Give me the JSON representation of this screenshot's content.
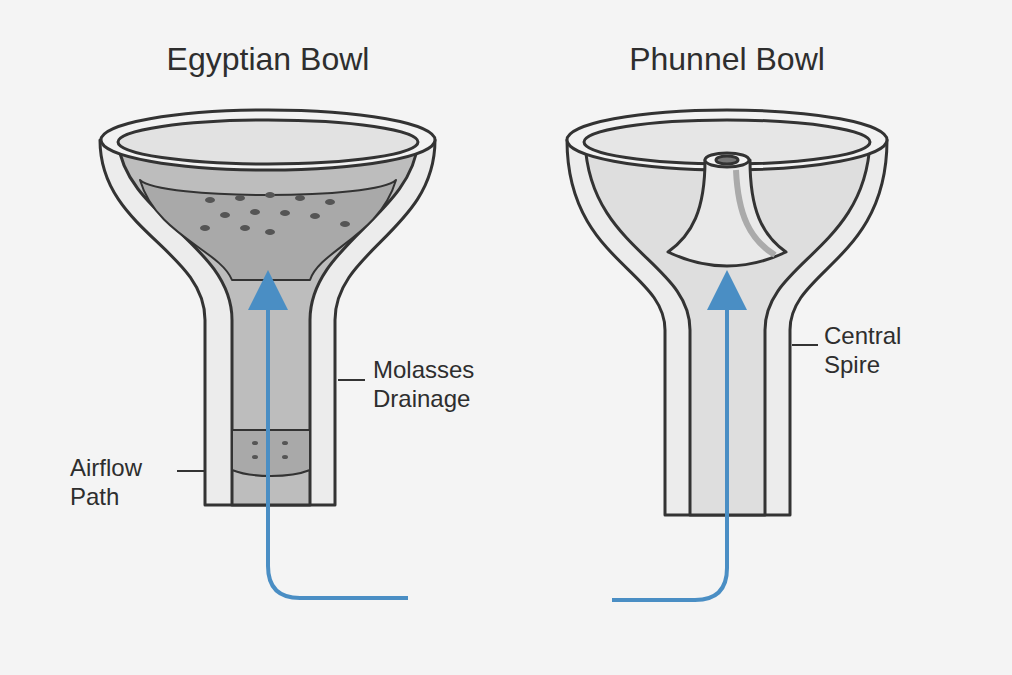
{
  "diagram": {
    "labels": [
      "Egyptian Bowl",
      "Molasses Drainage",
      "Airflow Path",
      "Phunnel Bowl",
      "Central Spire"
    ]
  }
}
